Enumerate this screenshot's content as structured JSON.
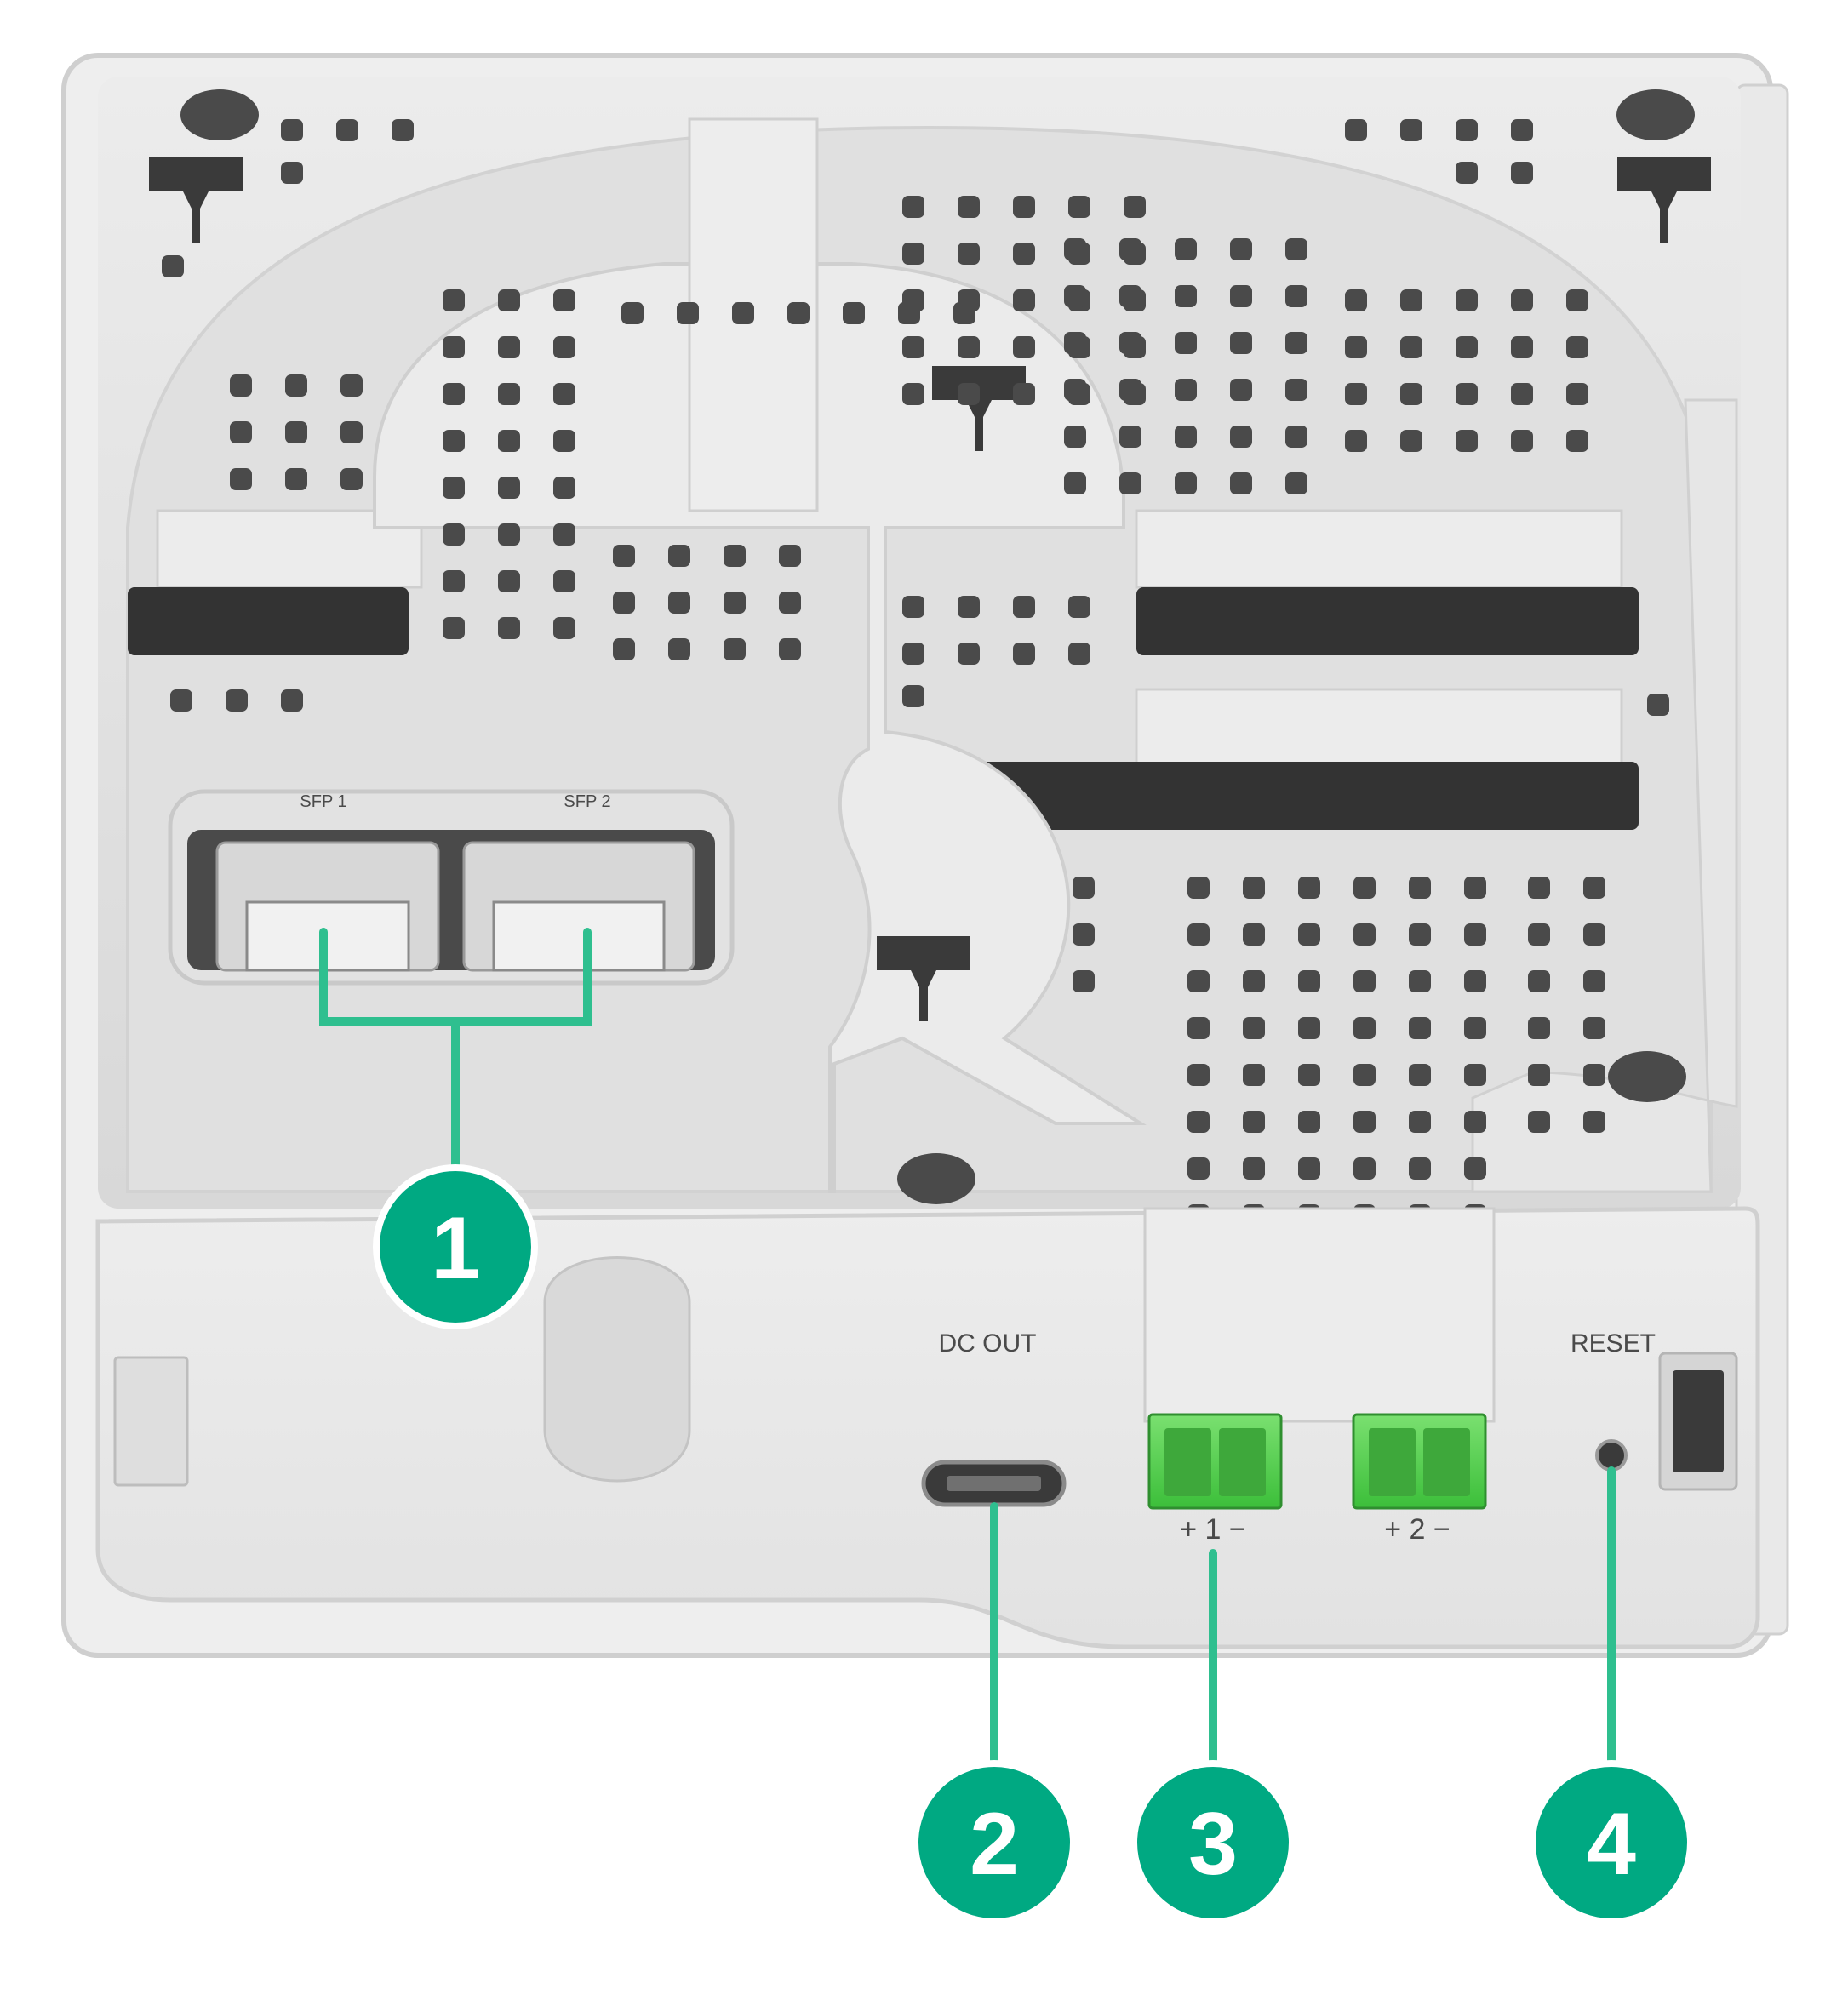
{
  "device": {
    "port_labels": {
      "sfp1": "SFP 1",
      "sfp2": "SFP 2",
      "dc_out": "DC OUT",
      "terminal_1": "+ 1 −",
      "terminal_2": "+ 2 −",
      "reset": "RESET"
    }
  },
  "callouts": [
    {
      "number": "1"
    },
    {
      "number": "2"
    },
    {
      "number": "3"
    },
    {
      "number": "4"
    }
  ],
  "colors": {
    "callout": "#00a982",
    "callout_line": "#2fbf8f",
    "terminal_block": "#5fd35a",
    "housing": "#e4e4e4",
    "housing_dark": "#cfcfcf",
    "vent_hole": "#4a4a4a",
    "slot_dark": "#333333"
  }
}
